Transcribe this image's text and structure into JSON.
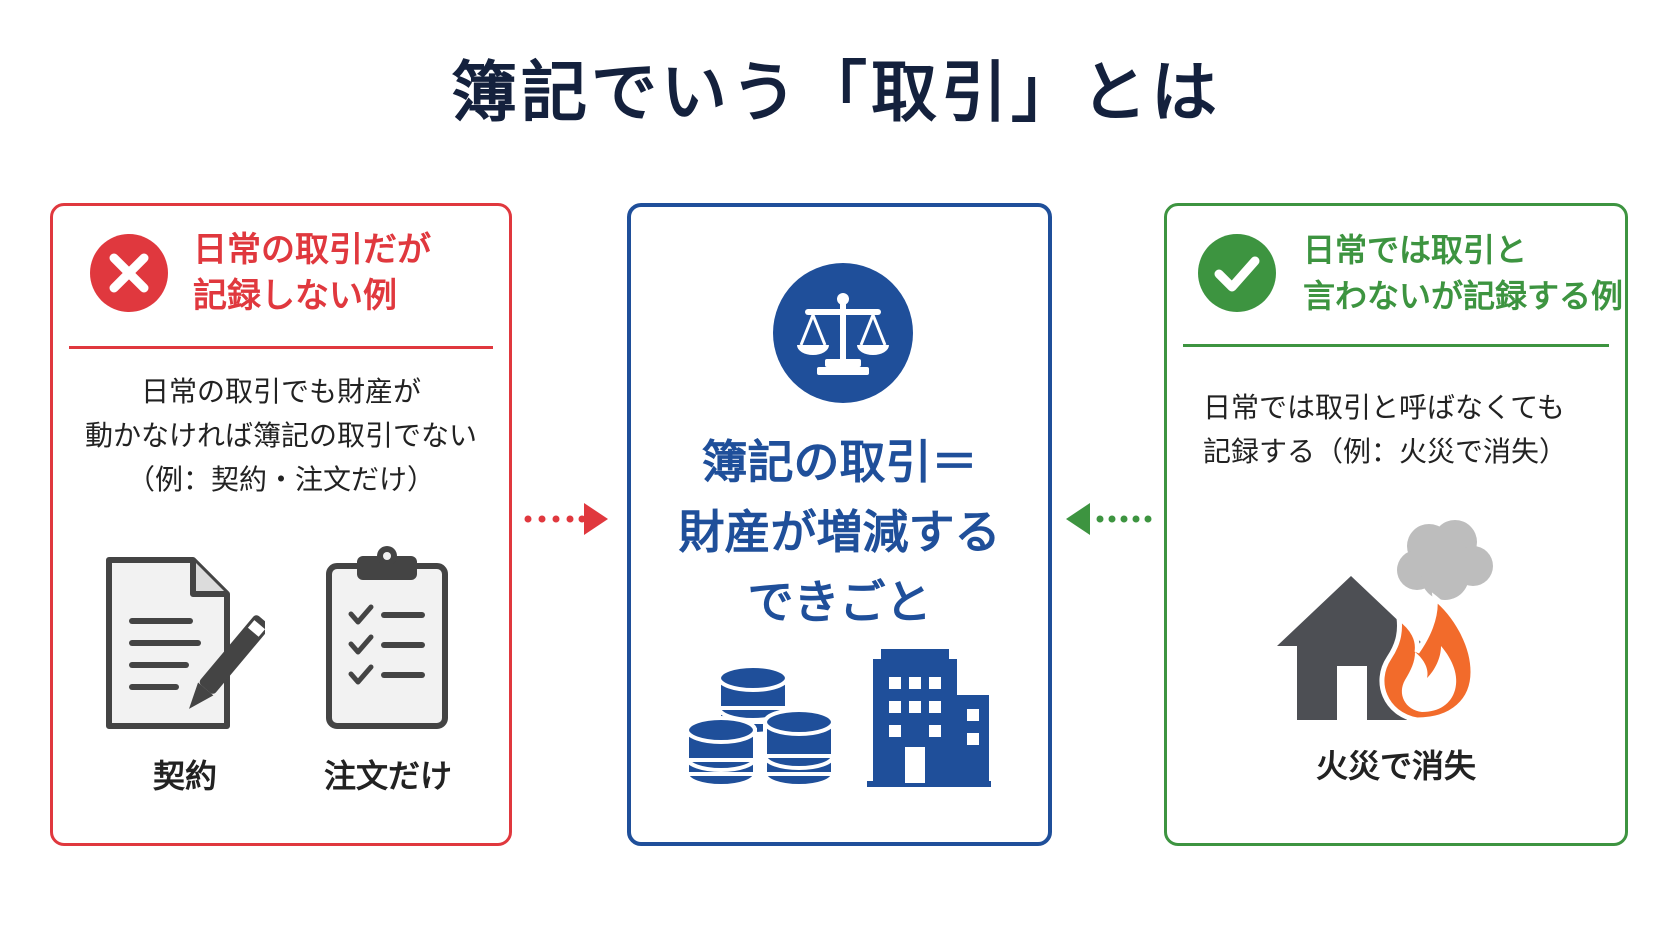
{
  "title": "簿記でいう「取引」とは",
  "left": {
    "heading_lines": [
      "日常の取引だが",
      "記録しない例"
    ],
    "description_lines": [
      "日常の取引でも財産が",
      "動かなければ簿記の取引でない",
      "（例：契約・注文だけ）"
    ],
    "items": [
      {
        "label": "契約",
        "icon": "document-pen-icon"
      },
      {
        "label": "注文だけ",
        "icon": "clipboard-checklist-icon"
      }
    ],
    "icon": "x-circle-icon",
    "color": "#e0383e"
  },
  "center": {
    "lines": [
      "簿記の取引＝",
      "財産が増減する",
      "できごと"
    ],
    "icons": [
      "scales-icon",
      "coins-icon",
      "building-icon"
    ],
    "color": "#1f4f9a"
  },
  "right": {
    "heading_lines": [
      "日常では取引と",
      "言わないが記録する例"
    ],
    "description_lines": [
      "日常では取引と呼ばなくても",
      "記録する（例：火災で消失）"
    ],
    "items": [
      {
        "label": "火災で消失",
        "icon": "burning-house-icon"
      }
    ],
    "icon": "check-circle-icon",
    "color": "#3d9440"
  }
}
